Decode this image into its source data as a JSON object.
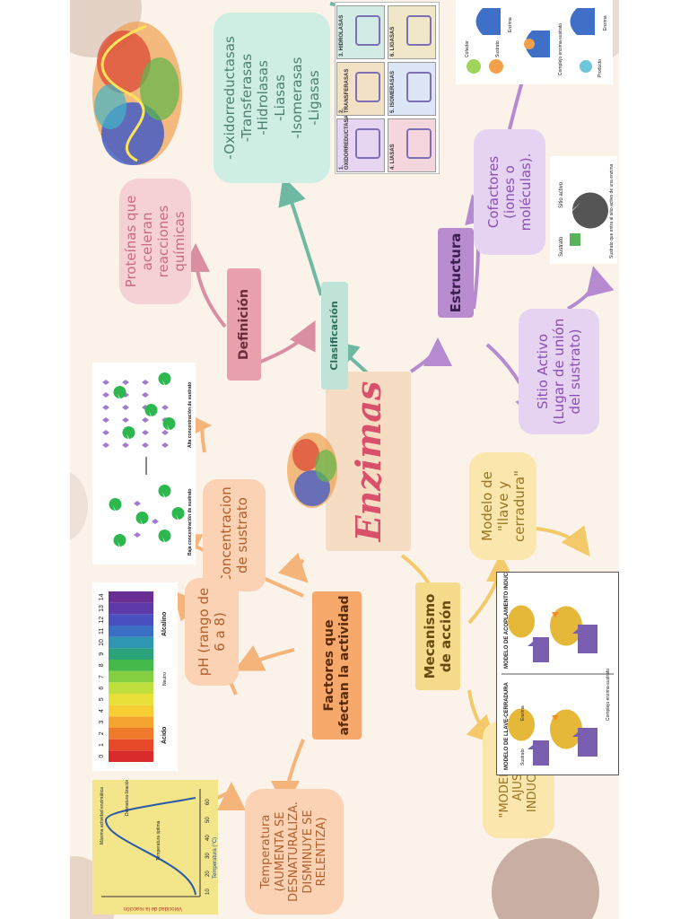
{
  "title": "Enzimas",
  "nodes": {
    "definicion": "Definición",
    "definicion_desc": "Proteínas que aceleran reacciones químicas",
    "clasificacion": "Clasificación",
    "clasificacion_list": "-Oxidorreductasas\n-Transferasas\n-Hidrolasas\n-Liasas\n-Isomerasas\n-Ligasas",
    "estructura": "Estructura",
    "cofactores": "Cofactores (iones o moléculas).",
    "sitio_activo": "Sitio Activo (Lugar de unión del sustrato)",
    "mecanismo": "Mecanismo de acción",
    "llave": "Modelo de \"llave y cerradura\"",
    "ajuste": "\"MODELO DE AJUSTE INDUCIDO\"",
    "factores": "Factores que afectan la actividad",
    "concentracion": "Concentracion de sustrato",
    "ph": "pH (rango de 6 a 8)",
    "temperatura": "Temperatura (AUMENTA SE DESNATURALIZA. DISMINUYE SE RELENTIZA)"
  },
  "figures": {
    "classes_panel": {
      "cells": [
        "1. OXIDORREDUCTASAS",
        "2. TRANSFERASAS",
        "3. HIDROLASAS",
        "4. LIASAS",
        "5. ISOMERASAS",
        "6. LIGASAS"
      ]
    },
    "cofactor_panel": {
      "labels": [
        "Cofactor",
        "Sustrato",
        "Enzima",
        "Complejo enzima-sustrato",
        "Producto",
        "Enzima"
      ]
    },
    "active_site_panel": {
      "labels": [
        "Sustrato",
        "Sitio activo",
        "Sustrato que entra al sitio activo de una enzima"
      ]
    },
    "substrate_panel": {
      "left_label": "Baja concentración de sustrato",
      "right_label": "Alta concentración de sustrato"
    },
    "ph_scale": {
      "numbers": [
        "0",
        "1",
        "2",
        "3",
        "4",
        "5",
        "6",
        "7",
        "8",
        "9",
        "10",
        "11",
        "12",
        "13",
        "14"
      ],
      "colors": [
        "#d92b2b",
        "#e64a2a",
        "#ef7a2c",
        "#f5a52f",
        "#f7cf35",
        "#e9e03a",
        "#bfe03c",
        "#84d042",
        "#45b84a",
        "#2aa37a",
        "#2f97b3",
        "#3a6fc4",
        "#4a4fbf",
        "#5d3aa8",
        "#6b2e92"
      ],
      "acido": "Ácido",
      "neutro": "Neutro",
      "alcalino": "Alcalino"
    },
    "temp_chart": {
      "xlabel": "Temperatura (°C)",
      "ylabel": "Velocidad de la reacción",
      "ticks": [
        "10",
        "20",
        "30",
        "40",
        "50",
        "60"
      ],
      "annotations": [
        "Máxima actividad enzimática",
        "Desnatura-lización",
        "Temperatura óptima"
      ]
    },
    "models_panel": {
      "left_title": "MODELO DE LLAVE-CERRADURA",
      "right_title": "MODELO DE ACOPLAMIENTO INDUCIDO",
      "labels": [
        "Sustrato",
        "Enzima",
        "Complejo enzima-sustrato"
      ]
    }
  }
}
